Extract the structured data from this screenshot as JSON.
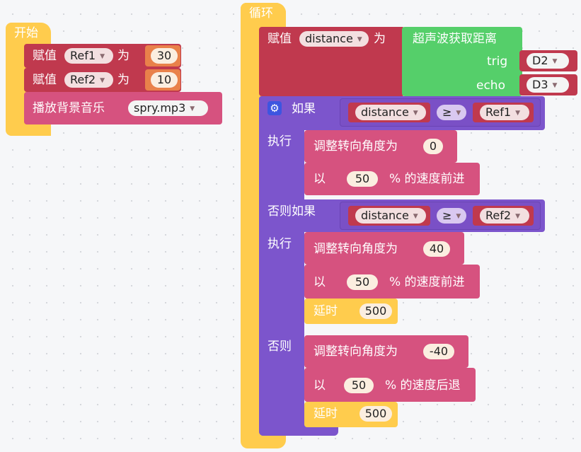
{
  "start": {
    "hat_label": "开始",
    "set1": {
      "assign": "赋值",
      "var": "Ref1",
      "as": "为",
      "value": "30"
    },
    "set2": {
      "assign": "赋值",
      "var": "Ref2",
      "as": "为",
      "value": "10"
    },
    "play": {
      "label": "播放背景音乐",
      "file": "spry.mp3"
    }
  },
  "loop": {
    "label": "循环",
    "assign": {
      "assign": "赋值",
      "var": "distance",
      "as": "为",
      "sensor_label": "超声波获取距离",
      "trig_label": "trig",
      "trig_pin": "D2",
      "echo_label": "echo",
      "echo_pin": "D3"
    },
    "if_block": {
      "if_label": "如果",
      "cond1": {
        "var": "distance",
        "op": "≥",
        "ref": "Ref1"
      },
      "do1_label": "执行",
      "do1": {
        "turn_label": "调整转向角度为",
        "angle": "0",
        "speed_prefix": "以",
        "speed": "50",
        "speed_suffix": "% 的速度前进"
      },
      "elseif_label": "否则如果",
      "cond2": {
        "var": "distance",
        "op": "≥",
        "ref": "Ref2"
      },
      "do2_label": "执行",
      "do2": {
        "turn_label": "调整转向角度为",
        "angle": "40",
        "speed_prefix": "以",
        "speed": "50",
        "speed_suffix": "% 的速度前进",
        "delay_label": "延时",
        "delay": "500"
      },
      "else_label": "否则",
      "do3": {
        "turn_label": "调整转向角度为",
        "angle": "-40",
        "speed_prefix": "以",
        "speed": "50",
        "speed_suffix": "% 的速度后退",
        "delay_label": "延时",
        "delay": "500"
      }
    }
  },
  "colors": {
    "control": "#ffcc4d",
    "variable": "#c0394e",
    "sensor": "#55cf6a",
    "logic": "#7c55cc",
    "motion": "#d6527f",
    "delay": "#ffcc4d",
    "number_field": "#fbeee0",
    "canvas": "#f6f7f9"
  }
}
